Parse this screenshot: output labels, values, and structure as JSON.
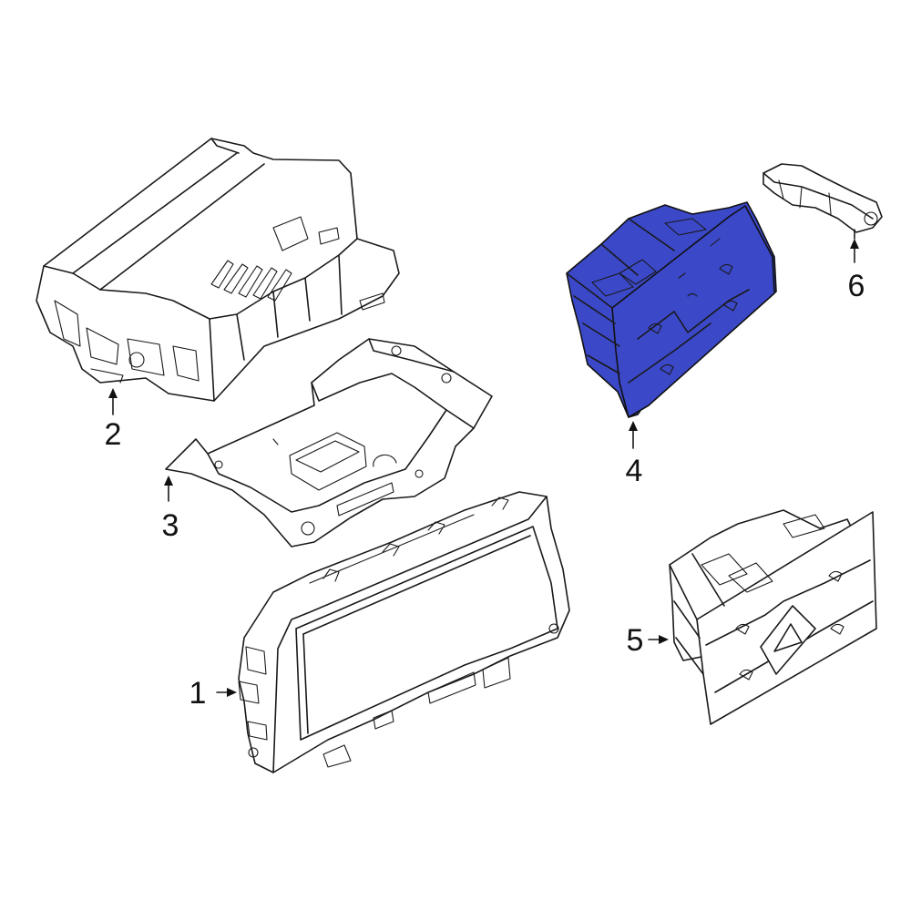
{
  "diagram": {
    "highlight_color": "#3b48c8",
    "callouts": [
      {
        "id": "1",
        "label": "1",
        "part": "instrument-cluster"
      },
      {
        "id": "2",
        "label": "2",
        "part": "control-module"
      },
      {
        "id": "3",
        "label": "3",
        "part": "mounting-bracket"
      },
      {
        "id": "4",
        "label": "4",
        "part": "switch-panel-highlighted"
      },
      {
        "id": "5",
        "label": "5",
        "part": "switch-panel"
      },
      {
        "id": "6",
        "label": "6",
        "part": "sensor"
      }
    ]
  }
}
